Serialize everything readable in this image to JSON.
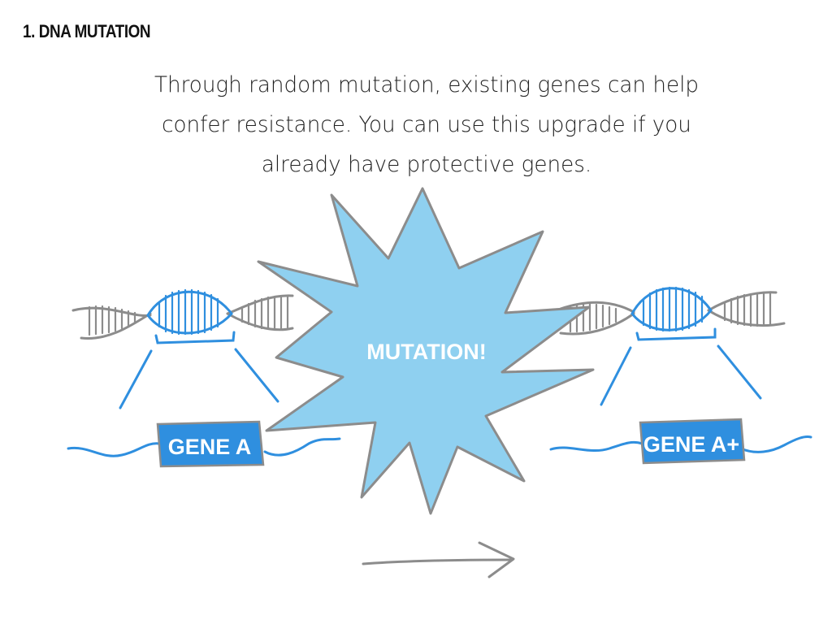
{
  "title": "1. DNA MUTATION",
  "description": {
    "lines": [
      "Through random mutation, existing genes can help",
      "confer resistance. You can use this upgrade if you",
      "already have protective genes."
    ]
  },
  "colors": {
    "accent": "#2f8fdf",
    "starburst_fill": "#8fd0f0",
    "strand_gray": "#8c8c8c",
    "text": "#222222"
  },
  "diagram": {
    "burst_label": "MUTATION!",
    "gene_before_label": "GENE A",
    "gene_after_label": "GENE A+"
  }
}
